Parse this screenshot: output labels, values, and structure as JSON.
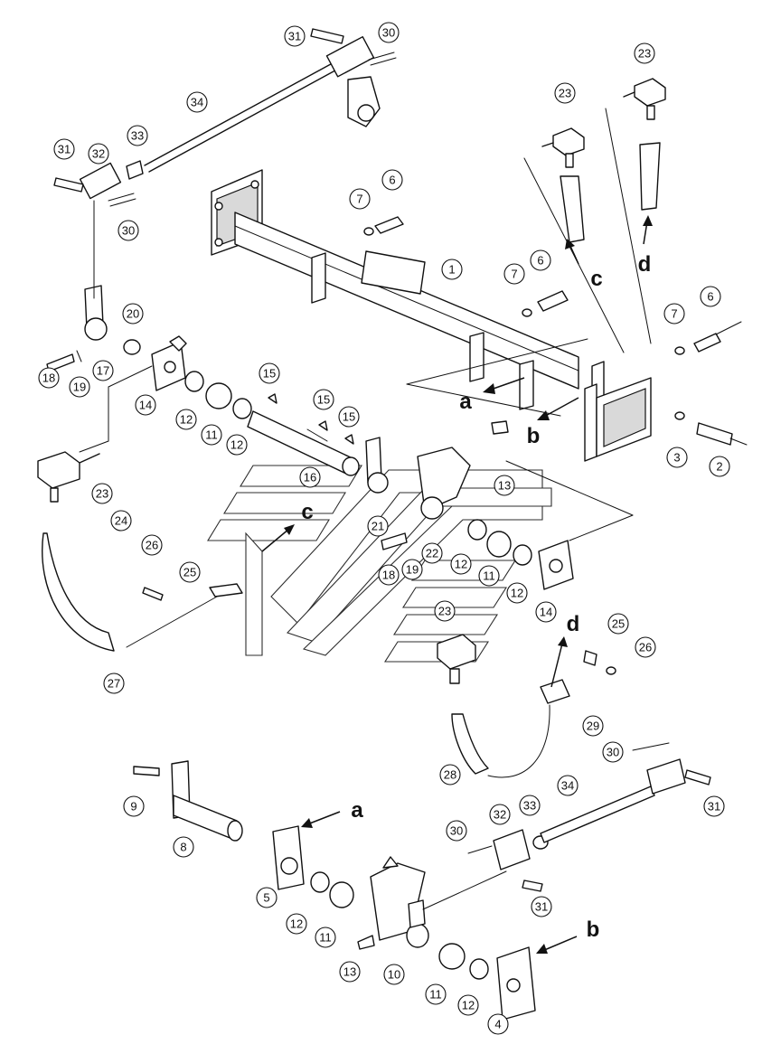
{
  "diagram": {
    "callouts": [
      {
        "id": "c31a",
        "label": "31"
      },
      {
        "id": "c30a",
        "label": "30"
      },
      {
        "id": "c34a",
        "label": "34"
      },
      {
        "id": "c33a",
        "label": "33"
      },
      {
        "id": "c31b",
        "label": "31"
      },
      {
        "id": "c32a",
        "label": "32"
      },
      {
        "id": "c30b",
        "label": "30"
      },
      {
        "id": "c7a",
        "label": "7"
      },
      {
        "id": "c6a",
        "label": "6"
      },
      {
        "id": "c1",
        "label": "1"
      },
      {
        "id": "c7b",
        "label": "7"
      },
      {
        "id": "c6b",
        "label": "6"
      },
      {
        "id": "c23a",
        "label": "23"
      },
      {
        "id": "c23b",
        "label": "23"
      },
      {
        "id": "c20",
        "label": "20"
      },
      {
        "id": "c17a",
        "label": "17"
      },
      {
        "id": "c18a",
        "label": "18"
      },
      {
        "id": "c19a",
        "label": "19"
      },
      {
        "id": "c14a",
        "label": "14"
      },
      {
        "id": "c12a",
        "label": "12"
      },
      {
        "id": "c11a",
        "label": "11"
      },
      {
        "id": "c12b",
        "label": "12"
      },
      {
        "id": "c15a",
        "label": "15"
      },
      {
        "id": "c15b",
        "label": "15"
      },
      {
        "id": "c15c",
        "label": "15"
      },
      {
        "id": "c16",
        "label": "16"
      },
      {
        "id": "c13a",
        "label": "13"
      },
      {
        "id": "c7c",
        "label": "7"
      },
      {
        "id": "c6c",
        "label": "6"
      },
      {
        "id": "c3",
        "label": "3"
      },
      {
        "id": "c2",
        "label": "2"
      },
      {
        "id": "c23c",
        "label": "23"
      },
      {
        "id": "c24",
        "label": "24"
      },
      {
        "id": "c26a",
        "label": "26"
      },
      {
        "id": "c25a",
        "label": "25"
      },
      {
        "id": "c27",
        "label": "27"
      },
      {
        "id": "c21",
        "label": "21"
      },
      {
        "id": "c18b",
        "label": "18"
      },
      {
        "id": "c19b",
        "label": "19"
      },
      {
        "id": "c22",
        "label": "22"
      },
      {
        "id": "c12c",
        "label": "12"
      },
      {
        "id": "c11b",
        "label": "11"
      },
      {
        "id": "c12d",
        "label": "12"
      },
      {
        "id": "c14b",
        "label": "14"
      },
      {
        "id": "c23d",
        "label": "23"
      },
      {
        "id": "c25b",
        "label": "25"
      },
      {
        "id": "c26b",
        "label": "26"
      },
      {
        "id": "c29",
        "label": "29"
      },
      {
        "id": "c28",
        "label": "28"
      },
      {
        "id": "c30c",
        "label": "30"
      },
      {
        "id": "c34b",
        "label": "34"
      },
      {
        "id": "c31c",
        "label": "31"
      },
      {
        "id": "c9",
        "label": "9"
      },
      {
        "id": "c8",
        "label": "8"
      },
      {
        "id": "c32b",
        "label": "32"
      },
      {
        "id": "c33b",
        "label": "33"
      },
      {
        "id": "c30d",
        "label": "30"
      },
      {
        "id": "c5",
        "label": "5"
      },
      {
        "id": "c12e",
        "label": "12"
      },
      {
        "id": "c11c",
        "label": "11"
      },
      {
        "id": "c31d",
        "label": "31"
      },
      {
        "id": "c13b",
        "label": "13"
      },
      {
        "id": "c10",
        "label": "10"
      },
      {
        "id": "c11d",
        "label": "11"
      },
      {
        "id": "c12f",
        "label": "12"
      },
      {
        "id": "c4",
        "label": "4"
      }
    ],
    "reference_letters": [
      {
        "id": "ref-a1",
        "label": "a"
      },
      {
        "id": "ref-b1",
        "label": "b"
      },
      {
        "id": "ref-c1",
        "label": "c"
      },
      {
        "id": "ref-d1",
        "label": "d"
      },
      {
        "id": "ref-c2",
        "label": "c"
      },
      {
        "id": "ref-d2",
        "label": "d"
      },
      {
        "id": "ref-a2",
        "label": "a"
      },
      {
        "id": "ref-b2",
        "label": "b"
      }
    ]
  }
}
